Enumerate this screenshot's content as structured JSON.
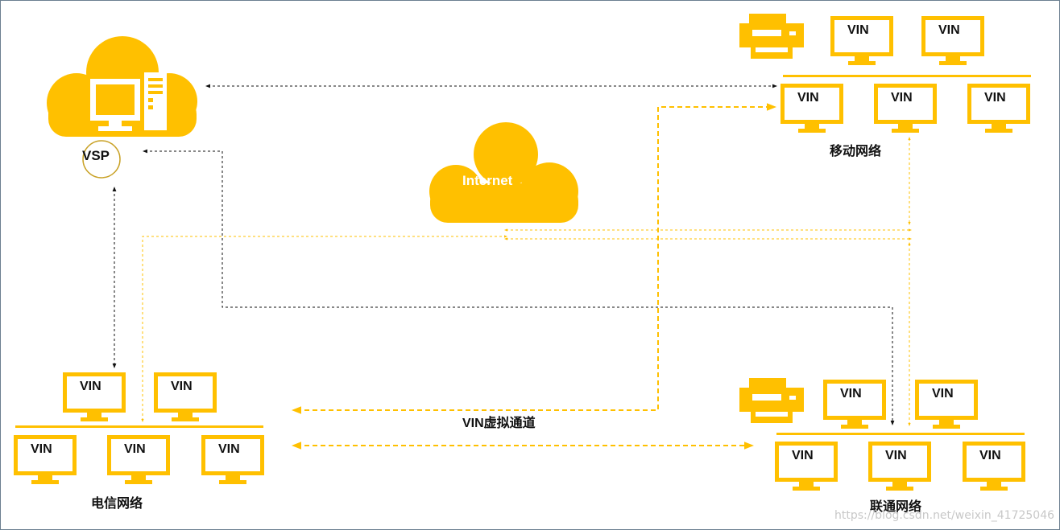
{
  "colors": {
    "accent": "#FFC000",
    "black_link": "#111111",
    "frame": "#6b7f90"
  },
  "labels": {
    "vsp": "VSP",
    "internet": "Internet",
    "mobile_network": "移动网络",
    "telecom_network": "电信网络",
    "unicom_network": "联通网络",
    "vin_tunnel": "VIN虚拟通道"
  },
  "terminal_label": "VIN",
  "icons": {
    "vsp": "cloud-server-icon",
    "internet": "cloud-icon",
    "terminal": "monitor-icon",
    "printer": "printer-icon"
  },
  "watermark": "https://blog.csdn.net/weixin_41725046"
}
